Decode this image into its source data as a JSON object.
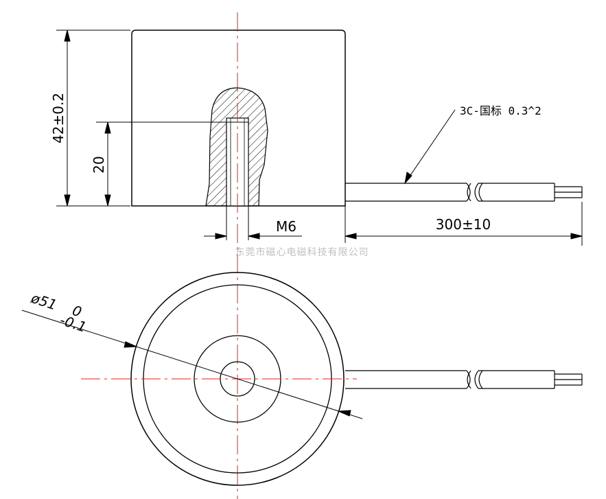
{
  "dimensions": {
    "height": "42±0.2",
    "depth": "20",
    "thread": "M6",
    "lead_length": "300±10",
    "diameter_main": "ø51",
    "diameter_tol_upper": "0",
    "diameter_tol_lower": "-0.1"
  },
  "wire_label": "3C-国标 0.3^2",
  "watermark": "东莞市磁心电磁科技有限公司",
  "colors": {
    "line": "#000000",
    "centerline": "#e0201c",
    "hatch": "#000000",
    "watermark": "#c0c0c0"
  }
}
